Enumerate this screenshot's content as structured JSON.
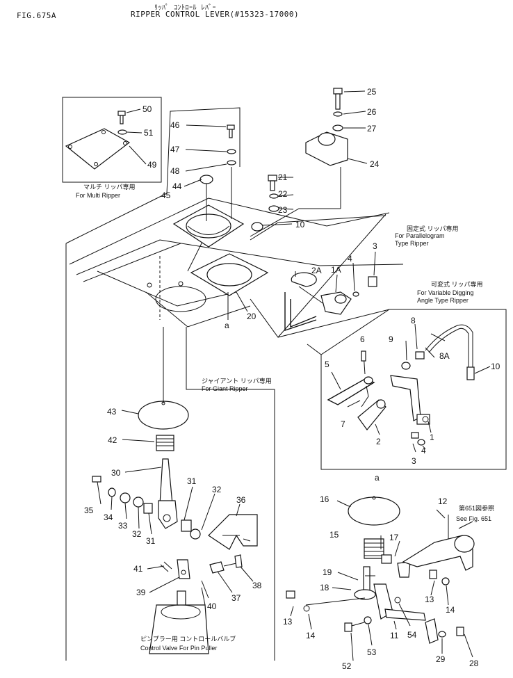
{
  "header": {
    "fig_no": "FIG.675A",
    "title_jp": "ﾘｯﾊﾟ ｺﾝﾄﾛｰﾙ ﾚﾊﾞｰ",
    "title_en": "RIPPER CONTROL LEVER(#15323-17000)"
  },
  "captions": {
    "multi_jp": "マルチ リッパ専用",
    "multi_en": "For Multi Ripper",
    "parallel_jp": "固定式 リッパ専用",
    "parallel_en1": "For Parallelogram",
    "parallel_en2": "Type Ripper",
    "variable_jp": "可変式 リッパ専用",
    "variable_en1": "For Variable Digging",
    "variable_en2": "Angle Type Ripper",
    "giant_jp": "ジャイアント リッパ専用",
    "giant_en": "For Giant Ripper",
    "valve_jp": "ピンプラー用 コントロールバルブ",
    "valve_en": "Control Valve For Pin Puller",
    "seefig_jp": "第651図参照",
    "seefig_en": "See Fig. 651"
  },
  "refs": {
    "a1": "a",
    "a2": "a"
  },
  "parts": {
    "p50": "50",
    "p51": "51",
    "p49": "49",
    "p46": "46",
    "p47": "47",
    "p48": "48",
    "p44": "44",
    "p45": "45",
    "p25": "25",
    "p26": "26",
    "p27": "27",
    "p24": "24",
    "p21": "21",
    "p22": "22",
    "p23": "23",
    "p10a": "10",
    "p3a": "3",
    "p4a": "4",
    "p2A": "2A",
    "p1A": "1A",
    "p20": "20",
    "p8": "8",
    "p9": "9",
    "p6": "6",
    "p8A": "8A",
    "p10b": "10",
    "p5": "5",
    "p7": "7",
    "p2": "2",
    "p1": "1",
    "p4b": "4",
    "p3b": "3",
    "p43": "43",
    "p42": "42",
    "p30": "30",
    "p35": "35",
    "p34": "34",
    "p33": "33",
    "p32a": "32",
    "p31a": "31",
    "p31b": "31",
    "p32b": "32",
    "p36": "36",
    "p41": "41",
    "p39": "39",
    "p40": "40",
    "p37": "37",
    "p38": "38",
    "p16": "16",
    "p12": "12",
    "p15": "15",
    "p17": "17",
    "p19": "19",
    "p18": "18",
    "p13a": "13",
    "p14a": "14",
    "p13b": "13",
    "p14b": "14",
    "p11": "11",
    "p54": "54",
    "p52": "52",
    "p53": "53",
    "p29": "29",
    "p28": "28"
  }
}
